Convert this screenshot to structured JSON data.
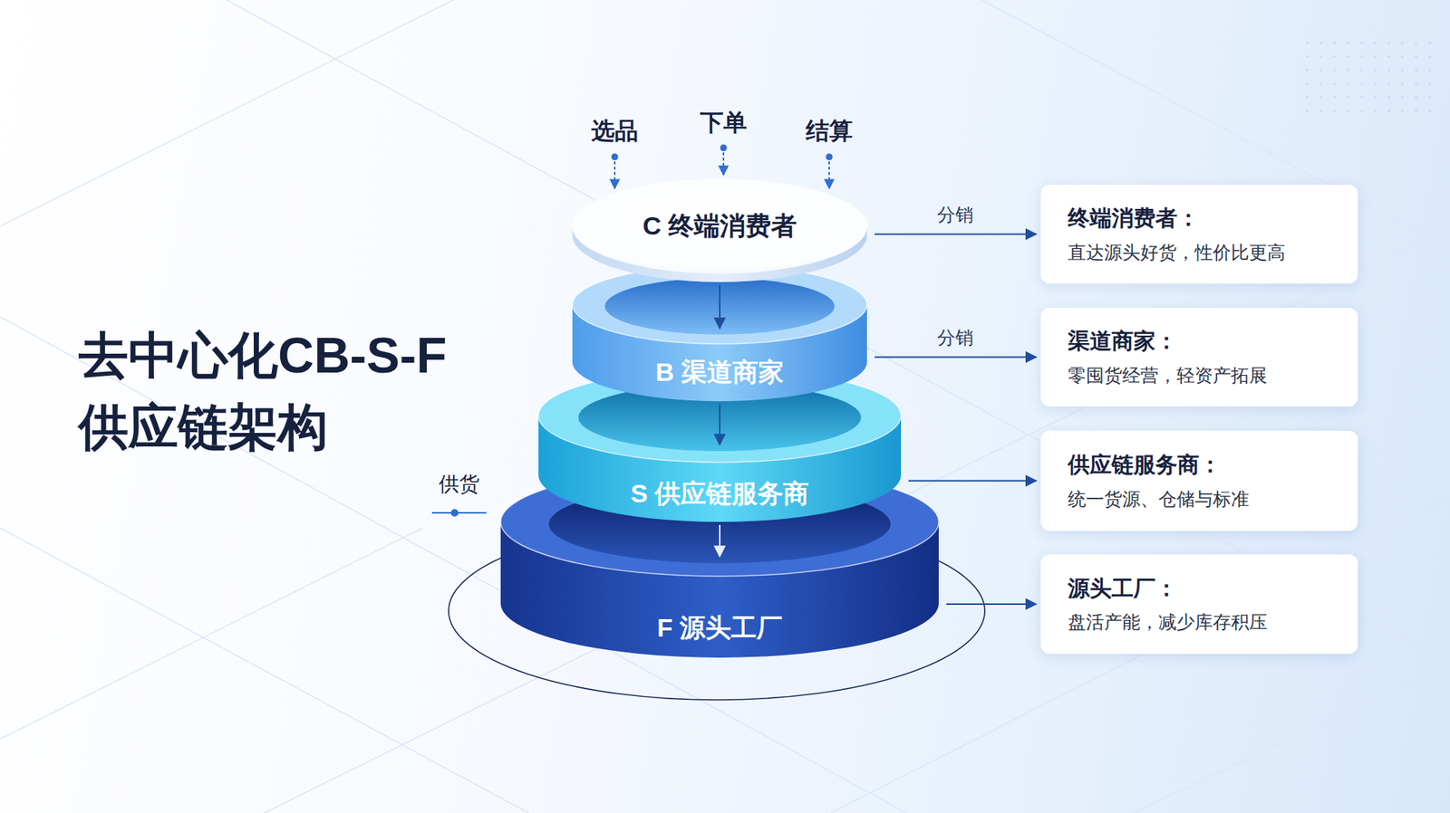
{
  "diagram": {
    "title": "去中心化CB-S-F 供应链架构",
    "nodes": [
      {
        "text": [
          "C 终端消费者"
        ]
      },
      {
        "text": [
          "B 渠道商家"
        ]
      },
      {
        "text": [
          "S 供应链服务商"
        ]
      },
      {
        "text": [
          "F 源头工厂"
        ]
      },
      {
        "text": [
          "终端消费者：",
          "直达源头好货，性价比更高"
        ]
      },
      {
        "text": [
          "渠道商家：",
          "零囤货经营，轻资产拓展"
        ]
      },
      {
        "text": [
          "供应链服务商：",
          "统一货源、仓储与标准"
        ]
      },
      {
        "text": [
          "源头工厂：",
          "盘活产能，减少库存积压"
        ]
      }
    ],
    "edges": [
      {
        "from": 0,
        "to": 1,
        "arrow": "to"
      },
      {
        "from": 1,
        "to": 2,
        "arrow": "to"
      },
      {
        "from": 2,
        "to": 3,
        "arrow": "to"
      },
      {
        "from": 0,
        "to": 4,
        "label": "分销",
        "arrow": "to"
      },
      {
        "from": 1,
        "to": 5,
        "label": "分销",
        "arrow": "to"
      },
      {
        "from": 2,
        "to": 6,
        "arrow": "to"
      },
      {
        "from": 3,
        "to": 7,
        "arrow": "to"
      }
    ],
    "labels": [
      "选品",
      "下单",
      "结算",
      "供货"
    ]
  }
}
